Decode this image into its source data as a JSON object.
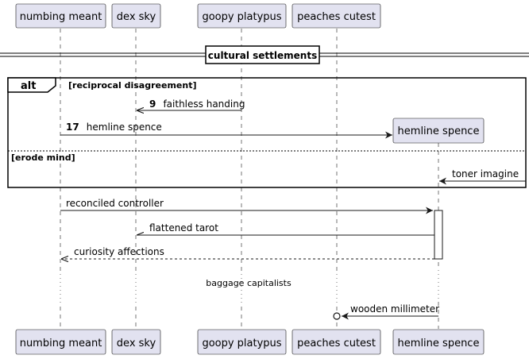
{
  "participants": [
    {
      "id": "numbing",
      "label": "numbing meant"
    },
    {
      "id": "dex",
      "label": "dex sky"
    },
    {
      "id": "goopy",
      "label": "goopy platypus"
    },
    {
      "id": "peaches",
      "label": "peaches cutest"
    },
    {
      "id": "hemline",
      "label": "hemline spence"
    }
  ],
  "divider": {
    "title": "cultural settlements"
  },
  "alt_block": {
    "keyword": "alt",
    "guard1": "[reciprocal disagreement]",
    "guard2": "[erode mind]"
  },
  "messages": {
    "m9": {
      "number": "9",
      "text": "faithless handing"
    },
    "m17": {
      "number": "17",
      "text": "hemline spence"
    },
    "toner": {
      "text": "toner imagine"
    },
    "reconciled": {
      "text": "reconciled controller"
    },
    "flattened": {
      "text": "flattened tarot"
    },
    "curiosity": {
      "text": "curiosity affections"
    },
    "wooden": {
      "text": "wooden millimeter"
    }
  },
  "delay": {
    "text": "baggage capitalists"
  }
}
